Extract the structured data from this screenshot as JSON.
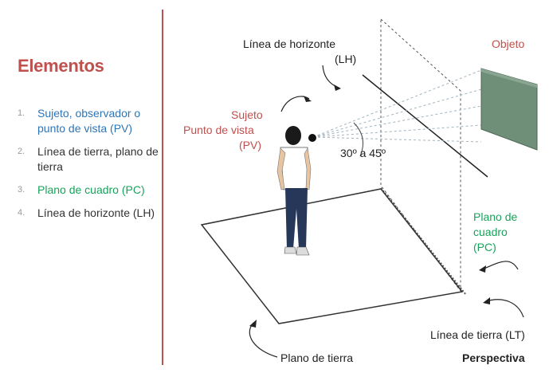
{
  "heading": "Elementos",
  "items": [
    {
      "num": "1.",
      "text": "Sujeto, observador o punto de vista (PV)",
      "color": "#2e75b6"
    },
    {
      "num": "2.",
      "text": "Línea de tierra, plano de tierra",
      "color": "#333333"
    },
    {
      "num": "3.",
      "text": "Plano de cuadro (PC)",
      "color": "#17a35a"
    },
    {
      "num": "4.",
      "text": "Línea de horizonte (LH)",
      "color": "#333333"
    }
  ],
  "labels": {
    "horizon_line": "Línea de  horizonte",
    "horizon_abbr": "(LH)",
    "object": "Objeto",
    "subject": "Sujeto",
    "viewpoint": "Punto de vista",
    "viewpoint_abbr": "(PV)",
    "angle": "30º a 45º",
    "picture_plane_1": "Plano de",
    "picture_plane_2": "cuadro",
    "picture_plane_abbr": "(PC)",
    "ground_line": "Línea de tierra (LT)",
    "ground_plane": "Plano de tierra",
    "title": "Perspectiva"
  },
  "colors": {
    "accent_red": "#c0504d",
    "blue": "#2e75b6",
    "green": "#17a35a",
    "object_fill": "#6f8f78"
  }
}
